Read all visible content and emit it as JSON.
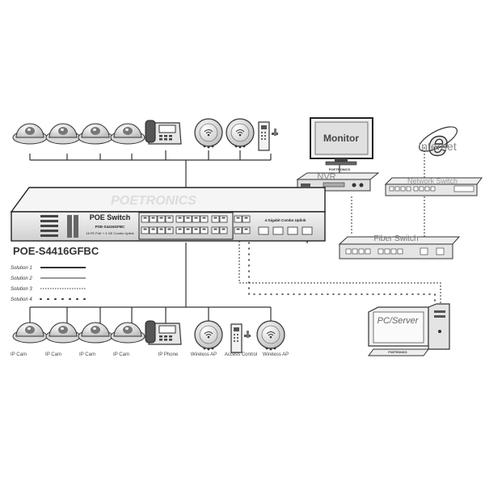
{
  "switch": {
    "name": "POE Switch",
    "model": "POE-S4416GFBC",
    "desc": "16 FE PoE + 4 GE Combo Uplink",
    "uplink_label": "4 Gigabit Combo Uplink",
    "product_label": "POE-S4416GFBC",
    "watermark": "POETRONICS"
  },
  "legend": [
    {
      "label": "Solution 1",
      "style": "solid-thick"
    },
    {
      "label": "Solution 2",
      "style": "solid-thin"
    },
    {
      "label": "Solution 3",
      "style": "dotted"
    },
    {
      "label": "Solution 4",
      "style": "dots"
    }
  ],
  "devices": {
    "monitor": "Monitor",
    "internet": "Internet",
    "nvr": "NVR",
    "nvr_brand": "POETRONICS",
    "network_switch": "Network Switch",
    "fiber_switch": "Fiber Switch",
    "pc_server": "PC/Server",
    "pc_brand": "POETRONICS"
  },
  "bottom_labels": [
    "IP Cam",
    "IP Cam",
    "IP Cam",
    "IP Cam",
    "IP Phone",
    "Wireless AP",
    "Access Control",
    "Wireless AP"
  ],
  "colors": {
    "line": "#333333",
    "device_fill": "#e8e8e8",
    "dark": "#222222"
  }
}
